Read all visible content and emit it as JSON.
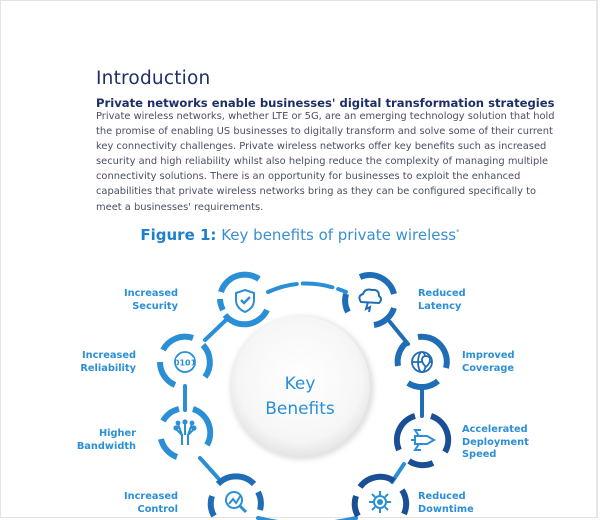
{
  "document": {
    "section_title": "Introduction",
    "subheading": "Private networks enable businesses' digital transformation strategies",
    "paragraph_lines": [
      "Private wireless networks, whether LTE or 5G, are an emerging technology solution that hold",
      "the promise of enabling US businesses to digitally transform and solve some of their current",
      "key connectivity challenges. Private wireless networks offer key benefits such as increased",
      "security and high reliability whilst also helping reduce the complexity of managing multiple",
      "connectivity solutions. There is an opportunity for businesses to exploit the enhanced",
      "capabilities that private wireless networks bring as they can be configured specifically to",
      "meet a businesses' requirements."
    ]
  },
  "figure": {
    "number_label": "Figure 1:",
    "title": "Key benefits of private wireless",
    "footnote_marker": "*",
    "center": {
      "line1": "Key",
      "line2": "Benefits"
    },
    "benefits": [
      {
        "id": "security",
        "line1": "Increased",
        "line2": "Security",
        "line3": "",
        "icon": "shield-check-icon"
      },
      {
        "id": "reliability",
        "line1": "Increased",
        "line2": "Reliability",
        "line3": "",
        "icon": "binary-globe-icon"
      },
      {
        "id": "bandwidth",
        "line1": "Higher",
        "line2": "Bandwidth",
        "line3": "",
        "icon": "circuit-tree-icon"
      },
      {
        "id": "control",
        "line1": "Increased",
        "line2": "Control",
        "line3": "",
        "icon": "magnifier-chart-icon"
      },
      {
        "id": "latency",
        "line1": "Reduced",
        "line2": "Latency",
        "line3": "",
        "icon": "cloud-lightning-icon"
      },
      {
        "id": "coverage",
        "line1": "Improved",
        "line2": "Coverage",
        "line3": "",
        "icon": "globe-location-icon"
      },
      {
        "id": "deployment",
        "line1": "Accelerated",
        "line2": "Deployment",
        "line3": "Speed",
        "icon": "circuit-rocket-icon"
      },
      {
        "id": "downtime",
        "line1": "Reduced",
        "line2": "Downtime",
        "line3": "",
        "icon": "gear-cog-icon"
      }
    ],
    "colors": {
      "light_blue": "#2b8fd6",
      "mid_blue": "#1f6db5",
      "dark_blue": "#1a4f95",
      "heading_navy": "#1e2f68"
    }
  }
}
